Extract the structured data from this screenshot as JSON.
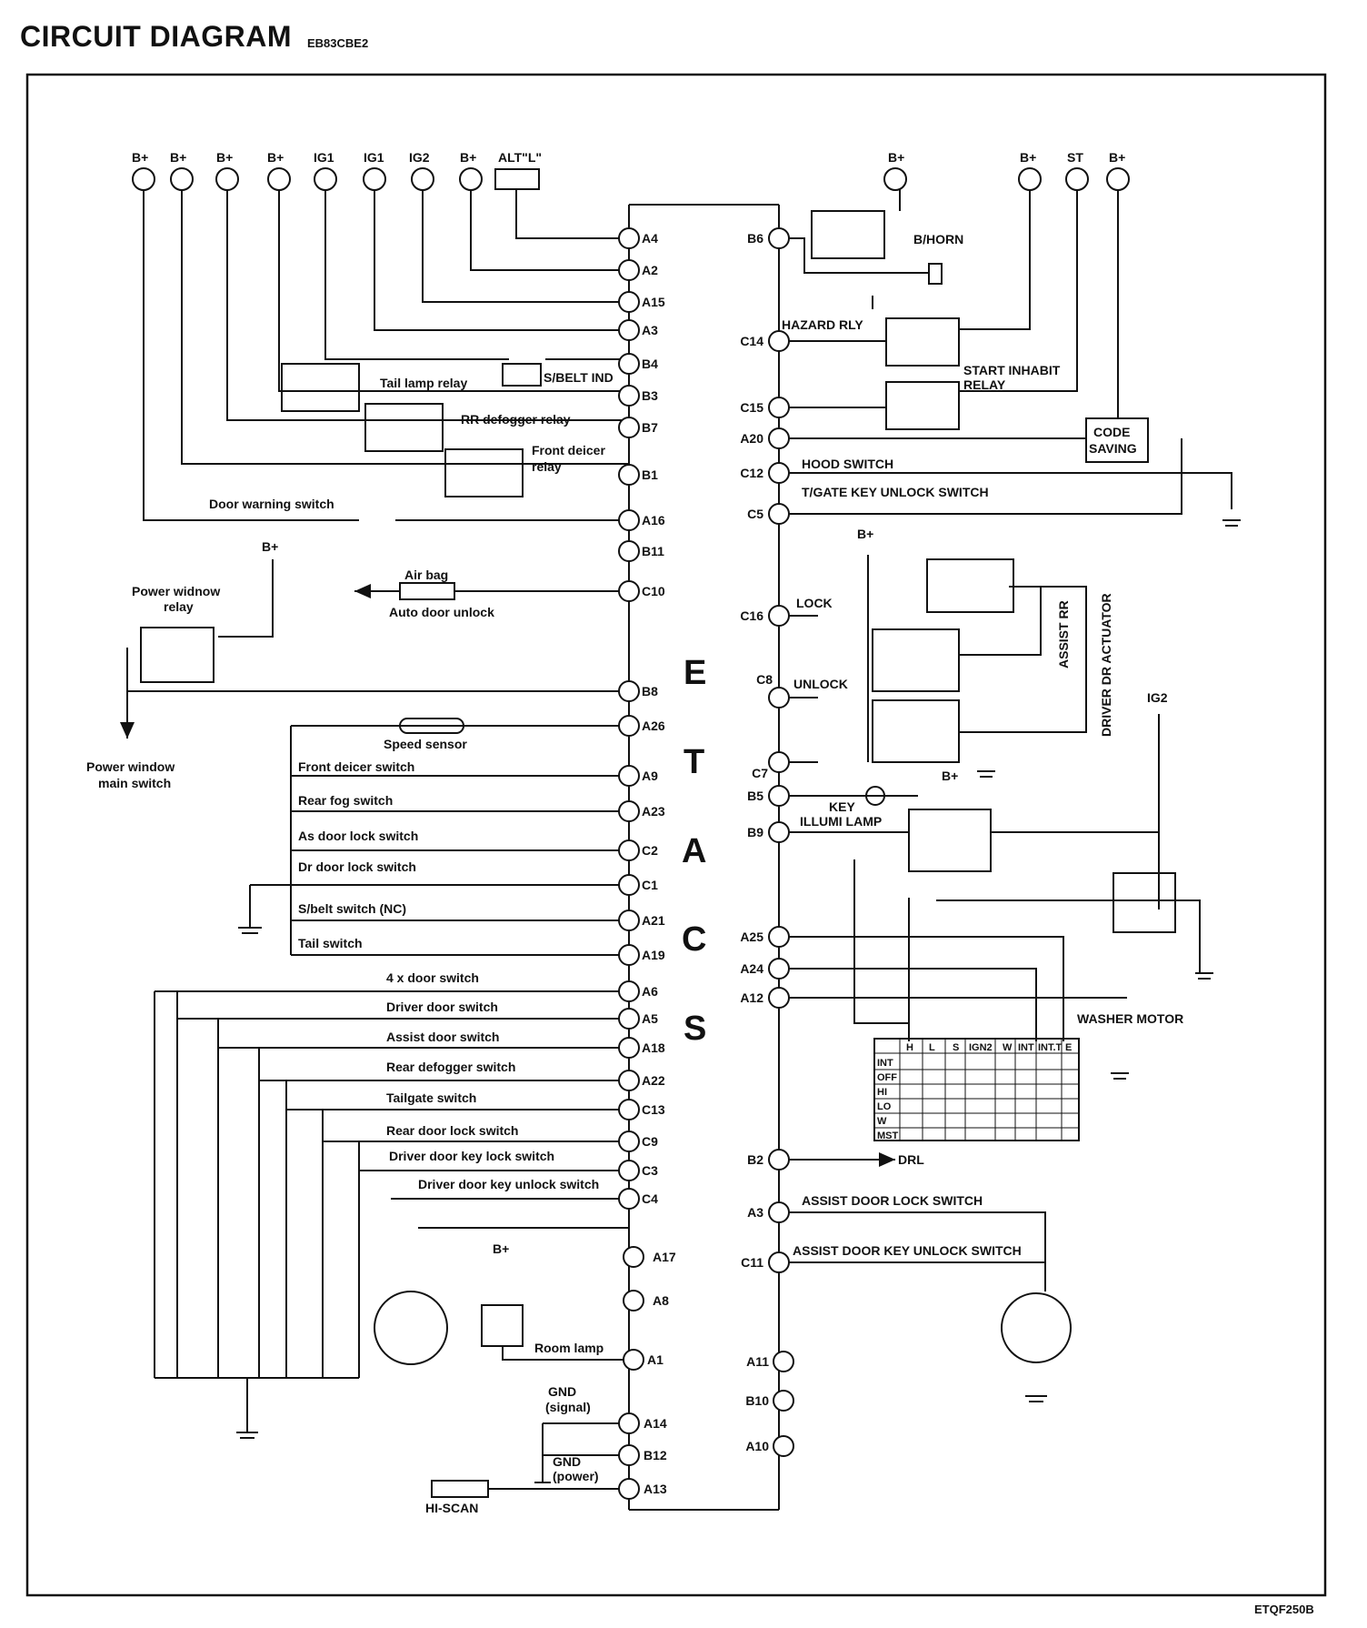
{
  "header": {
    "title": "CIRCUIT DIAGRAM",
    "code": "EB83CBE2"
  },
  "footer": {
    "figure_code": "ETQF250B"
  },
  "module": {
    "letters": [
      "E",
      "T",
      "A",
      "C",
      "S"
    ]
  },
  "top_sources": [
    "B+",
    "B+",
    "B+",
    "B+",
    "IG1",
    "IG1",
    "IG2",
    "B+"
  ],
  "alt_label": "ALT\"L\"",
  "right_top_sources": [
    "B+",
    "B+",
    "ST",
    "B+"
  ],
  "left_pins": [
    "A4",
    "A2",
    "A15",
    "A3",
    "B4",
    "B3",
    "B7",
    "B1",
    "A16",
    "B11",
    "C10",
    "B8",
    "A26",
    "A9",
    "A23",
    "C2",
    "C1",
    "A21",
    "A19",
    "A6",
    "A5",
    "A18",
    "A22",
    "C13",
    "C9",
    "C3",
    "C4",
    "A17",
    "A8",
    "A1",
    "A14",
    "B12",
    "A13"
  ],
  "right_pins": [
    "B6",
    "C14",
    "C15",
    "A20",
    "C12",
    "C5",
    "C16",
    "C8",
    "C7",
    "B5",
    "B9",
    "A25",
    "A24",
    "A12",
    "B2",
    "A3",
    "C11",
    "A11",
    "B10",
    "A10"
  ],
  "left_labels": {
    "sbelt_ind": "S/BELT IND",
    "tail_lamp_relay": "Tail lamp relay",
    "rr_defogger_relay": "RR defogger relay",
    "front_deicer_relay_1": "Front deicer",
    "front_deicer_relay_2": "relay",
    "door_warning_switch": "Door warning switch",
    "power_window_relay_1": "Power widnow",
    "power_window_relay_2": "relay",
    "air_bag": "Air bag",
    "auto_door_unlock": "Auto door unlock",
    "power_window_main_1": "Power window",
    "power_window_main_2": "main switch",
    "speed_sensor": "Speed sensor",
    "front_deicer_switch": "Front deicer switch",
    "rear_fog_switch": "Rear fog switch",
    "as_door_lock_switch": "As door lock switch",
    "dr_door_lock_switch": "Dr door lock switch",
    "sbelt_switch": "S/belt switch (NC)",
    "tail_switch": "Tail switch",
    "four_x_door_switch": "4 x door switch",
    "driver_door_switch": "Driver door switch",
    "assist_door_switch": "Assist door switch",
    "rear_defogger_switch": "Rear defogger switch",
    "tailgate_switch": "Tailgate switch",
    "rear_door_lock_switch": "Rear door lock switch",
    "driver_door_key_lock": "Driver door key lock switch",
    "driver_door_key_unlock": "Driver door key unlock switch",
    "room_lamp": "Room lamp",
    "gnd_signal_1": "GND",
    "gnd_signal_2": "(signal)",
    "gnd_power_1": "GND",
    "gnd_power_2": "(power)",
    "hi_scan": "HI-SCAN"
  },
  "right_labels": {
    "b_horn": "B/HORN",
    "hazard_rly": "HAZARD RLY",
    "start_inhabit_1": "START INHABIT",
    "start_inhabit_2": "RELAY",
    "code_saving_1": "CODE",
    "code_saving_2": "SAVING",
    "hood_switch": "HOOD SWITCH",
    "tgate_key_unlock": "T/GATE KEY UNLOCK SWITCH",
    "lock": "LOCK",
    "unlock": "UNLOCK",
    "assist_rr": "ASSIST RR",
    "driver_dr_actuator": "DRIVER DR ACTUATOR",
    "key_illumi_1": "KEY",
    "key_illumi_2": "ILLUMI LAMP",
    "ig2": "IG2",
    "washer_motor": "WASHER MOTOR",
    "drl": "DRL",
    "assist_door_lock_switch": "ASSIST DOOR LOCK SWITCH",
    "assist_door_key_unlock": "ASSIST DOOR KEY UNLOCK SWITCH",
    "b_plus": "B+"
  },
  "wiper_table": {
    "columns": [
      "H",
      "L",
      "S",
      "IGN2",
      "W",
      "INT",
      "INT.T",
      "E"
    ],
    "rows": [
      "INT",
      "OFF",
      "HI",
      "LO",
      "W",
      "MST"
    ]
  }
}
